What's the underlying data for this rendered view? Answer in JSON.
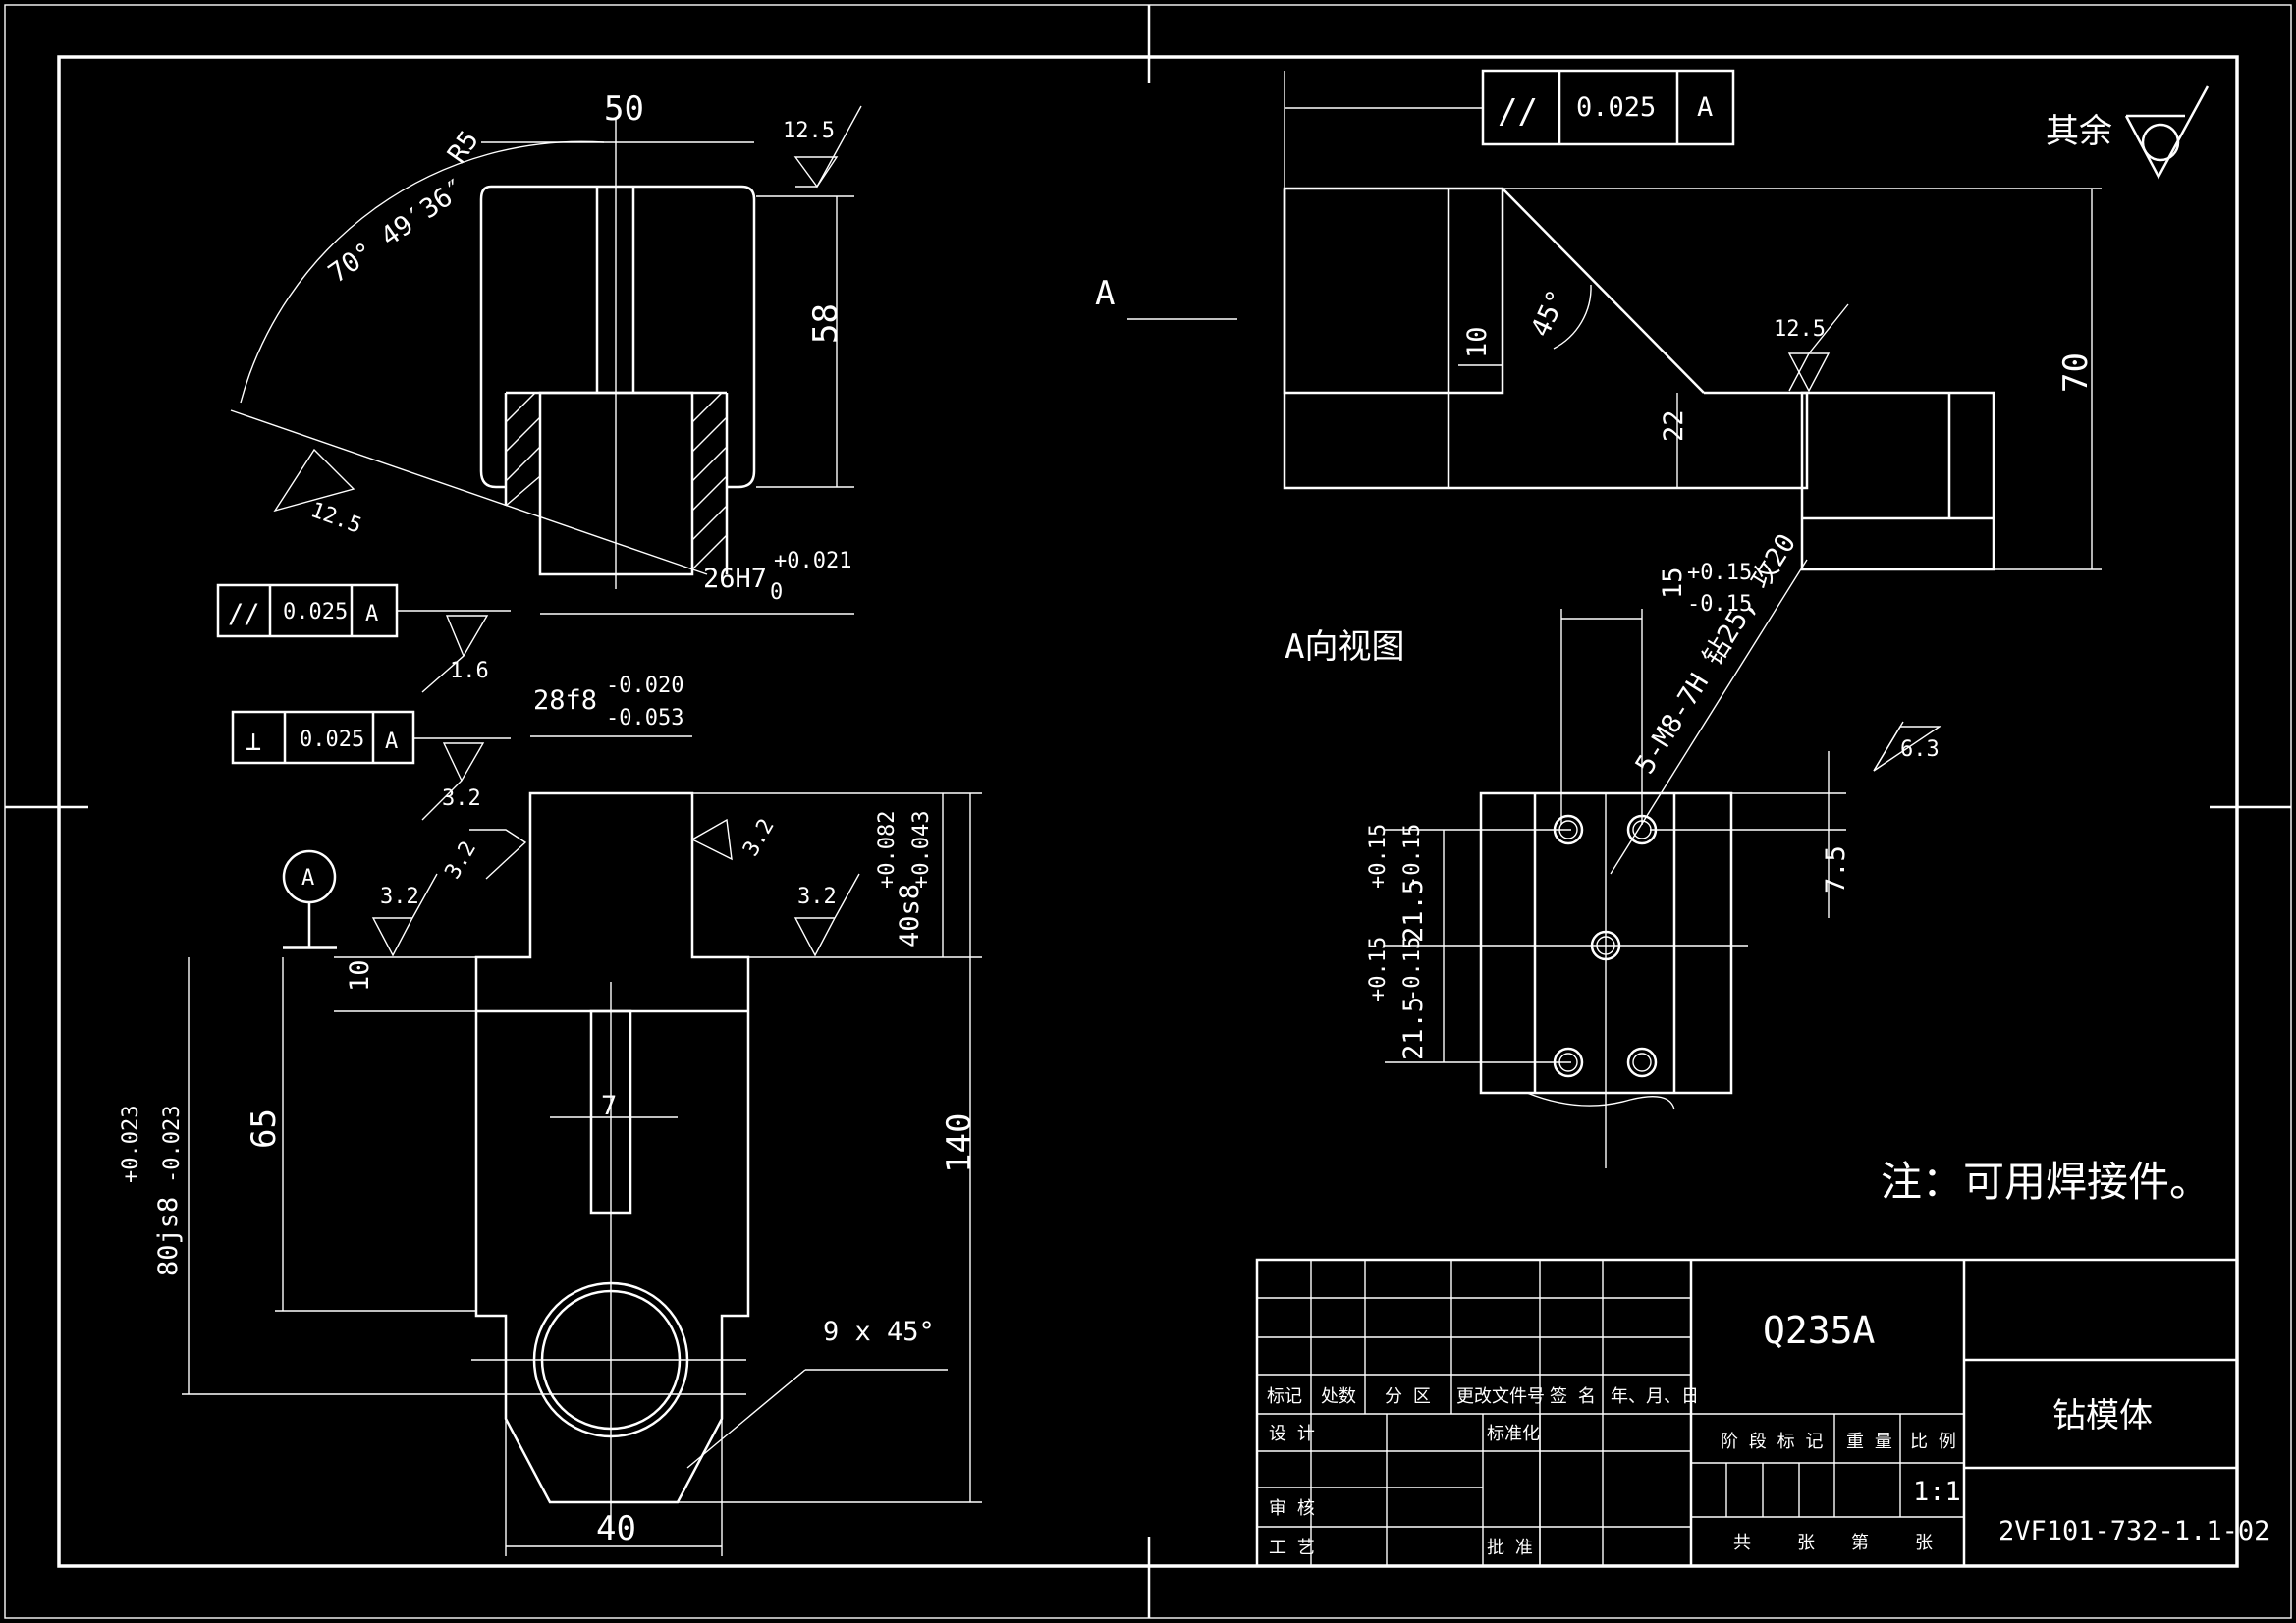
{
  "left_view": {
    "dim_width_top": "50",
    "radius": "R5",
    "angle": "70° 49′36″",
    "roughness_top": "12.5",
    "dim_height_58": "58",
    "roughness_slope": "12.5",
    "bore": "26H7",
    "bore_tol_upper": "+0.021",
    "bore_tol_lower": "0",
    "fcf1": {
      "symbol": "//",
      "value": "0.025",
      "datum": "A"
    },
    "roughness_1_6": "1.6",
    "fcf2": {
      "symbol": "⊥",
      "value": "0.025",
      "datum": "A"
    },
    "roughness_3_2_a": "3.2",
    "shaft_fit": "28f8",
    "shaft_tol_upper": "-0.020",
    "shaft_tol_lower": "-0.053",
    "roughness_3_2_b": "3.2",
    "roughness_3_2_c": "3.2",
    "roughness_3_2_d": "3.2",
    "roughness_3_2_e": "3.2",
    "datum_label": "A",
    "dim_40s8": "40s8",
    "dim_40s8_upper": "+0.082",
    "dim_40s8_lower": "+0.043",
    "dim_10": "10",
    "dim_65": "65",
    "dim_7": "7",
    "dim_140": "140",
    "dim_80js8": "80js8",
    "dim_80js8_upper": "+0.023",
    "dim_80js8_lower": "-0.023",
    "chamfer": "9 x 45°",
    "dim_40": "40"
  },
  "right_view": {
    "fcf": {
      "symbol": "//",
      "value": "0.025",
      "datum": "A"
    },
    "rest_label": "其余",
    "view_arrow_label": "A",
    "dim_10": "10",
    "angle_45": "45°",
    "roughness_12_5": "12.5",
    "dim_22": "22",
    "dim_70": "70",
    "view_title": "A向视图",
    "dim_15": "15",
    "dim_15_upper": "+0.15",
    "dim_15_lower": "-0.15",
    "hole_note": "5-M8-7H 钻25, 攻20",
    "roughness_6_3": "6.3",
    "dim_21_5_a": "21.5",
    "dim_21_5_a_tol_upper": "+0.15",
    "dim_21_5_a_tol_lower": "-0.15",
    "dim_21_5_b": "21.5",
    "dim_21_5_b_tol_upper": "+0.15",
    "dim_21_5_b_tol_lower": "-0.15",
    "dim_7_5": "7.5",
    "note": "注：可用焊接件。"
  },
  "title_block": {
    "material": "Q235A",
    "part_name": "钻模体",
    "drawing_number": "2VF101-732-1.1-02",
    "headers": [
      "标记",
      "处数",
      "分 区",
      "更改文件号",
      "签 名",
      "年、月、日"
    ],
    "design": "设 计",
    "standardize": "标准化",
    "stage_mark": "阶 段 标 记",
    "weight": "重 量",
    "scale_label": "比 例",
    "scale_value": "1:1",
    "review": "审 核",
    "process": "工 艺",
    "approve": "批 准",
    "sheets": [
      "共",
      "张",
      "第",
      "张"
    ]
  },
  "colors": {
    "background": "#000000",
    "line": "#ffffff"
  }
}
